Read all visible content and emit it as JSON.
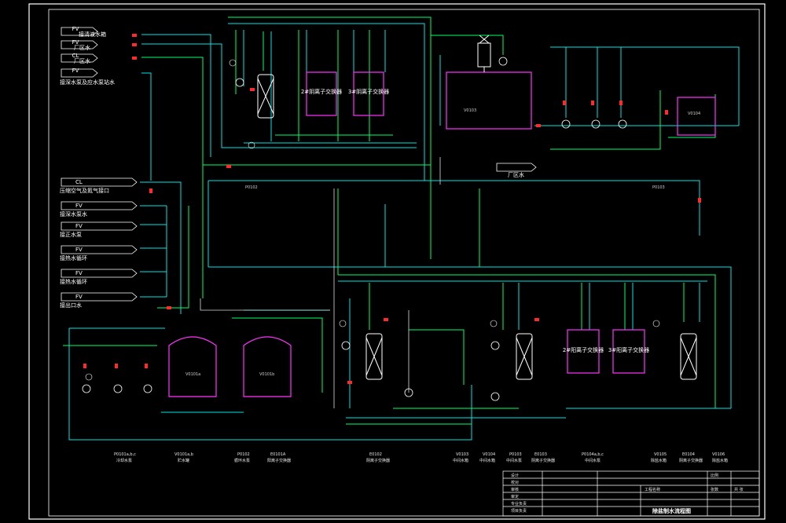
{
  "colors": {
    "background": "#000000",
    "frame": "#ffffff",
    "process_line": "#00ff66",
    "water_line": "#00e5e5",
    "vessel": "#ff33ff",
    "valve": "#ff2a2a",
    "equipment": "#e0e0e0"
  },
  "inlets": [
    {
      "tag": "FV",
      "label": "接清液水箱"
    },
    {
      "tag": "FV",
      "label": "厂区水"
    },
    {
      "tag": "CL",
      "label": "厂区水"
    },
    {
      "tag": "FV",
      "label": "接深水泵及应水泵站水"
    }
  ],
  "left_feeds": [
    {
      "tag": "CL",
      "label": "压缩空气及氮气接口"
    },
    {
      "tag": "FV",
      "label": "接深水泵水"
    },
    {
      "tag": "FV",
      "label": "接正水泵"
    },
    {
      "tag": "FV",
      "label": "接热水循环"
    },
    {
      "tag": "FV",
      "label": "接热水循环"
    },
    {
      "tag": "FV",
      "label": "接出口水"
    }
  ],
  "exchangers_top": [
    {
      "label": "2#阴离子交换器"
    },
    {
      "label": "3#阴离子交换器"
    }
  ],
  "exchangers_bottom": [
    {
      "label": "2#阳离子交换器"
    },
    {
      "label": "3#阳离子交换器"
    }
  ],
  "factory_water_tag": "厂区水",
  "legend": [
    {
      "code": "P0101a,b,c",
      "desc": "冷却水泵"
    },
    {
      "code": "V0101a,b",
      "desc": "贮水罐"
    },
    {
      "code": "P0102",
      "desc": "循环水泵"
    },
    {
      "code": "E0101A",
      "desc": "阳离子交换器"
    },
    {
      "code": "E0102",
      "desc": "阴离子交换器"
    },
    {
      "code": "V0103",
      "desc": "中间水箱"
    },
    {
      "code": "V0104",
      "desc": "中间水箱"
    },
    {
      "code": "P0103",
      "desc": "中间水泵"
    },
    {
      "code": "E0103",
      "desc": "阴离子交换器"
    },
    {
      "code": "P0104a,b,c",
      "desc": "中间水泵"
    },
    {
      "code": "V0105",
      "desc": "除盐水箱"
    },
    {
      "code": "E0104",
      "desc": "阴离子交换器"
    },
    {
      "code": "V0106",
      "desc": "除盐水箱"
    }
  ],
  "title_block": {
    "rows": [
      "设计",
      "校对",
      "审核",
      "审定",
      "专业负责",
      "项目负责"
    ],
    "drawing_title": "除盐制水流程图",
    "project": "工程名称",
    "scale": "比例",
    "sheet": "张数",
    "total": "共 张"
  }
}
